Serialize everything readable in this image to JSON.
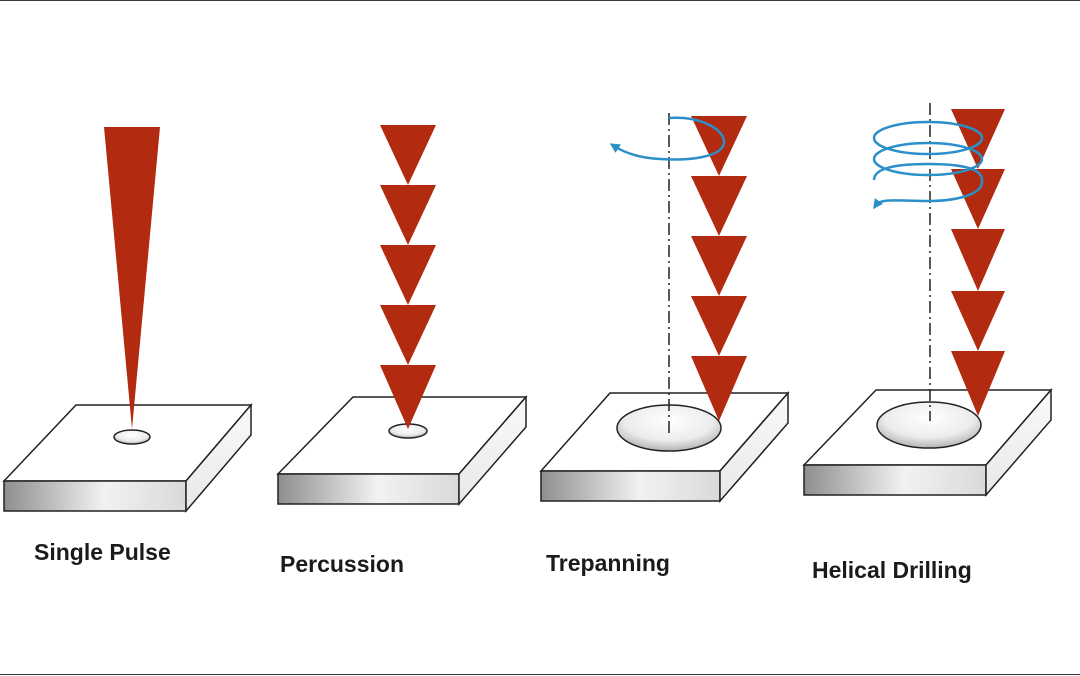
{
  "labels": {
    "single_pulse": "Single Pulse",
    "percussion": "Percussion",
    "trepanning": "Trepanning",
    "helical_drilling": "Helical Drilling"
  },
  "colors": {
    "beam": "#b22a0f",
    "rotation_arrow": "#2b8fc9",
    "outline": "#222222",
    "plate_top": "#ffffff",
    "plate_side_light": "#f4f4f4",
    "plate_side_dark": "#9a9a9a"
  }
}
